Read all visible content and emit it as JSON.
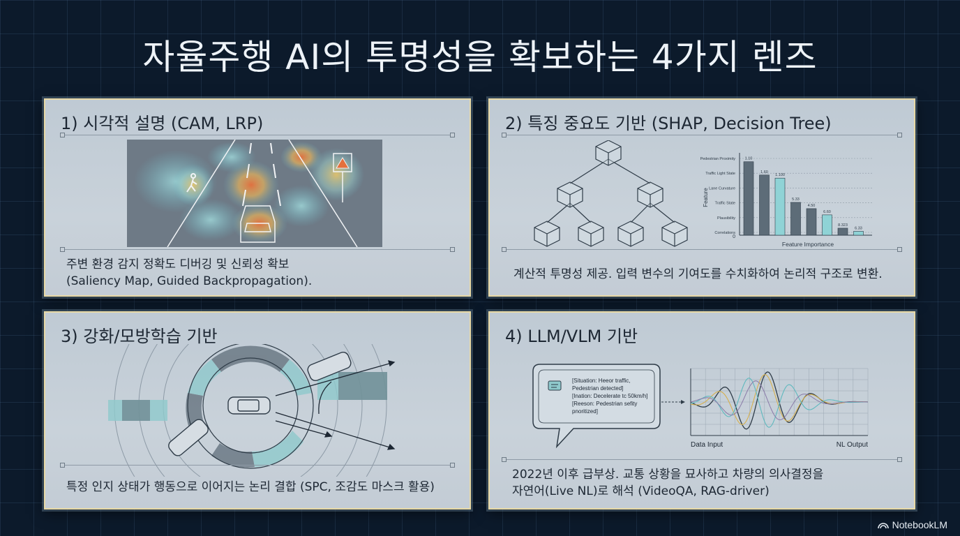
{
  "title": "자율주행 AI의 투명성을 확보하는 4가지 렌즈",
  "panels": [
    {
      "title": "1) 시각적 설명 (CAM, LRP)",
      "desc_line1": "주변 환경 감지 정확도 디버깅 및 신뢰성 확보",
      "desc_line2": "(Saliency Map, Guided Backpropagation)."
    },
    {
      "title": "2) 특징 중요도 기반 (SHAP, Decision Tree)",
      "desc_line1": "계산적 투명성 제공. 입력 변수의 기여도를 수치화하여 논리적 구조로 변환.",
      "chart": {
        "y_axis_title": "Feature",
        "x_axis_title": "Feature Importance",
        "zero_label": "0",
        "tick_labels": [
          "Pedestrian Proximity",
          "Traffic Light State",
          "Lane Curvature",
          "Traffic State",
          "Plausibility",
          "Correlations"
        ],
        "bar_labels": [
          "1.10",
          "1.60",
          "1.100",
          "5.33",
          "4.50",
          "6.60",
          "8.323",
          "6.33"
        ]
      }
    },
    {
      "title": "3) 강화/모방학습 기반",
      "desc_line1": "특정 인지 상태가 행동으로 이어지는 논리 결합 (SPC, 조감도 마스크 활용)"
    },
    {
      "title": "4) LLM/VLM 기반",
      "desc_line1": "2022년 이후 급부상. 교통 상황을 묘사하고 차량의 의사결정을",
      "desc_line2": "자연어(Live NL)로 해석 (VideoQA, RAG-driver)",
      "bubble_lines": [
        "[Situation: Heeor traffic,",
        "Pedestrian detected]",
        "[Ination: Decelerate tc 50km/h]",
        "[Reeson: Pedestrian sefity",
        "pnoritized]"
      ],
      "wave_x_label": "Data Input",
      "wave_y_label": "NL Output"
    }
  ],
  "watermark": "NotebookLM",
  "colors": {
    "background": "#0c1a2b",
    "panel": "#c6cfd7",
    "panel_border": "#e8d9a6",
    "bar_teal": "#8fd3d6",
    "bar_slate": "#5d6c78"
  }
}
